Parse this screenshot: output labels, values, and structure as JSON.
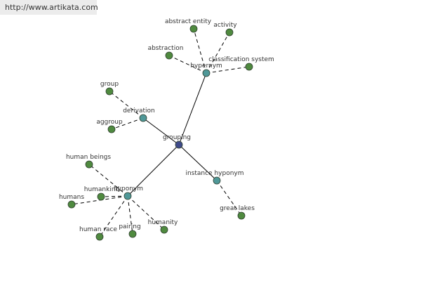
{
  "watermark": "http://www.artikata.com",
  "colors": {
    "center": "#3f4a8a",
    "relation": "#4f9898",
    "term": "#4f8a3f",
    "edge": "#000000"
  },
  "graph": {
    "center": {
      "id": "grouping",
      "label": "grouping"
    },
    "relations": [
      {
        "id": "hypernym",
        "label": "hypernym",
        "terms": [
          "abstract entity",
          "activity",
          "abstraction",
          "classification system"
        ]
      },
      {
        "id": "derivation",
        "label": "derivation",
        "terms": [
          "group",
          "aggroup"
        ]
      },
      {
        "id": "hyponym",
        "label": "hyponym",
        "terms": [
          "human beings",
          "humankind",
          "humans",
          "human race",
          "pairing",
          "humanity"
        ]
      },
      {
        "id": "instance-hyponym",
        "label": "instance hyponym",
        "terms": [
          "great lakes"
        ]
      }
    ]
  }
}
